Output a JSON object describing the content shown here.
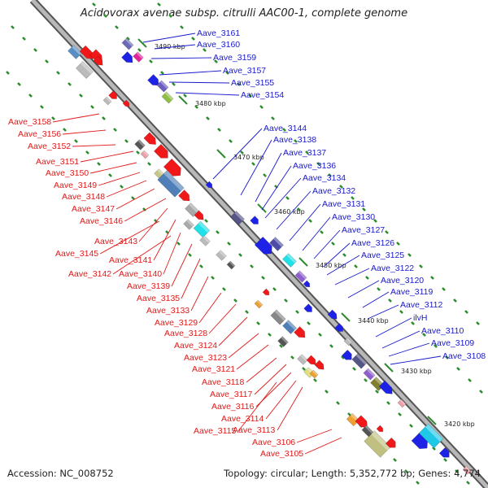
{
  "title": "Acidovorax avenae subsp. citrulli AAC00-1, complete genome",
  "accession": "Accession: NC_008752",
  "topology": "Topology: circular; Length: 5,352,772 bp; Genes: 4,774",
  "colors": {
    "forward_label": "#1a1acc",
    "reverse_label": "#e11b1b",
    "forward_gene": "#1e22e6",
    "reverse_gene": "#f01818",
    "backbone": "#8a8a8a",
    "dots": "#2e8b2e"
  },
  "ticks": [
    "3490 kbp",
    "3480 kbp",
    "3470 kbp",
    "3460 kbp",
    "3450 kbp",
    "3440 kbp",
    "3430 kbp",
    "3420 kbp"
  ],
  "forward_labels": [
    "Aave_3161",
    "Aave_3160",
    "Aave_3159",
    "Aave_3157",
    "Aave_3155",
    "Aave_3154",
    "Aave_3144",
    "Aave_3138",
    "Aave_3137",
    "Aave_3136",
    "Aave_3134",
    "Aave_3132",
    "Aave_3131",
    "Aave_3130",
    "Aave_3127",
    "Aave_3126",
    "Aave_3125",
    "Aave_3122",
    "Aave_3120",
    "Aave_3119",
    "Aave_3112",
    "ilvH",
    "Aave_3110",
    "Aave_3109",
    "Aave_3108"
  ],
  "reverse_labels": [
    "Aave_3158",
    "Aave_3156",
    "Aave_3152",
    "Aave_3151",
    "Aave_3150",
    "Aave_3149",
    "Aave_3148",
    "Aave_3147",
    "Aave_3146",
    "Aave_3143",
    "Aave_3145",
    "Aave_3141",
    "Aave_3142",
    "Aave_3140",
    "Aave_3139",
    "Aave_3135",
    "Aave_3133",
    "Aave_3129",
    "Aave_3128",
    "Aave_3124",
    "Aave_3123",
    "Aave_3121",
    "Aave_3118",
    "Aave_3117",
    "Aave_3116",
    "Aave_3114",
    "Aave_3115",
    "Aave_3113",
    "Aave_3106",
    "Aave_3105"
  ]
}
